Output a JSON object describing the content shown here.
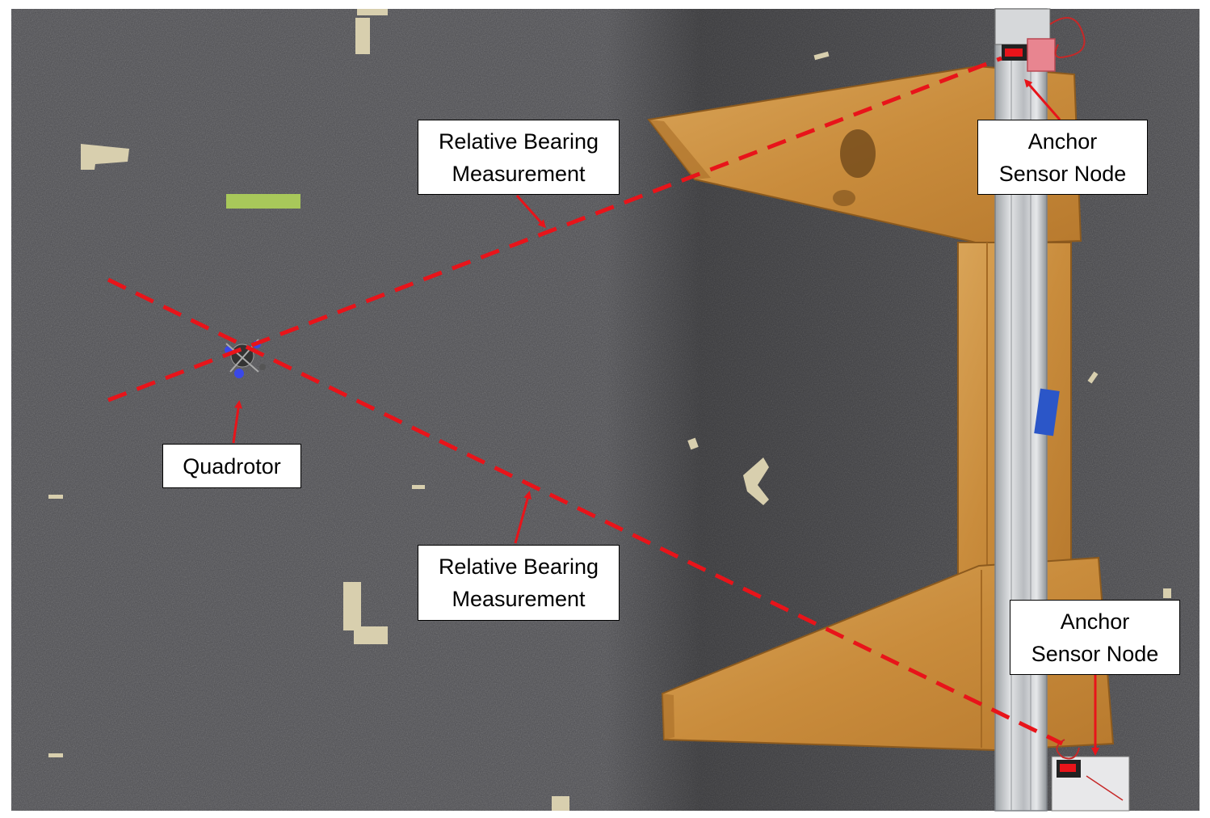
{
  "labels": {
    "bearing_top": {
      "line1": "Relative Bearing",
      "line2": "Measurement"
    },
    "bearing_bottom": {
      "line1": "Relative Bearing",
      "line2": "Measurement"
    },
    "anchor_top": {
      "line1": "Anchor",
      "line2": "Sensor Node"
    },
    "anchor_bottom": {
      "line1": "Anchor",
      "line2": "Sensor Node"
    },
    "quadrotor": "Quadrotor"
  },
  "colors": {
    "carpet": "#4a4a4d",
    "wood": "#c98c3c",
    "rail": "#c9ccd0",
    "dashed_line": "#e8141a",
    "arrow": "#e8141a",
    "tape": "#d8cfae"
  }
}
